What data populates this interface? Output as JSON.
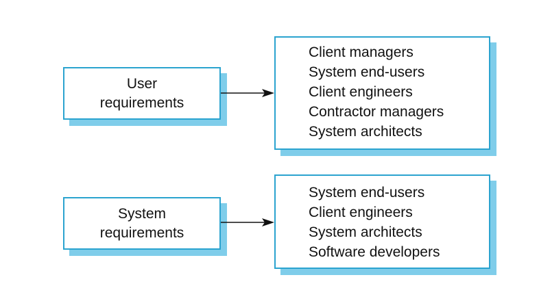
{
  "rows": [
    {
      "requirement": [
        "User",
        "requirements"
      ],
      "readers": [
        "Client managers",
        "System end-users",
        "Client engineers",
        "Contractor managers",
        "System architects"
      ]
    },
    {
      "requirement": [
        "System",
        "requirements"
      ],
      "readers": [
        "System end-users",
        "Client engineers",
        "System architects",
        "Software developers"
      ]
    }
  ],
  "colors": {
    "box_border": "#2aa3cf",
    "box_shadow": "#7fcdea",
    "arrow": "#111111",
    "text": "#111111"
  }
}
